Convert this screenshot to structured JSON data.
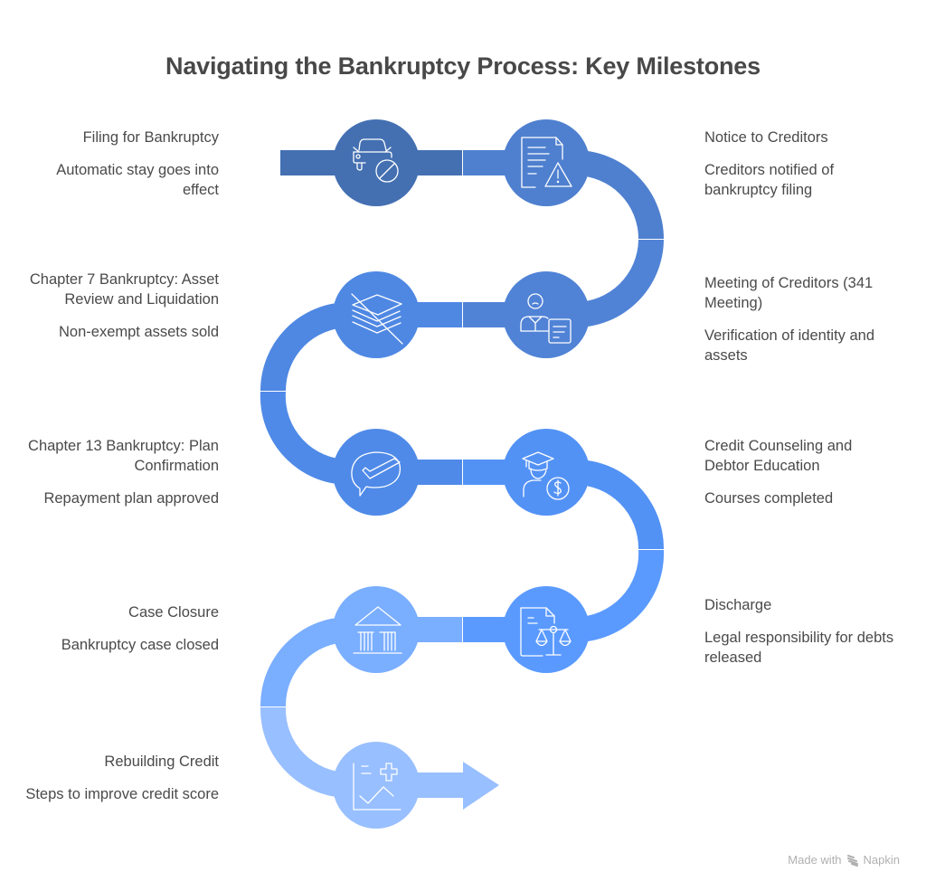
{
  "title": "Navigating the Bankruptcy Process: Key Milestones",
  "steps": [
    {
      "title": "Filing for Bankruptcy",
      "description": "Automatic stay goes into effect",
      "icon": "car-blocked-icon",
      "color": "#4470B2",
      "side": "left"
    },
    {
      "title": "Notice to Creditors",
      "description": "Creditors notified of bankruptcy filing",
      "icon": "document-warning-icon",
      "color": "#4F80CF",
      "side": "right"
    },
    {
      "title": "Meeting of Creditors (341 Meeting)",
      "description": "Verification of identity and assets",
      "icon": "person-document-icon",
      "color": "#5083D6",
      "side": "right"
    },
    {
      "title": "Chapter 7 Bankruptcy: Asset Review and Liquidation",
      "description": "Non-exempt assets sold",
      "icon": "stack-crossed-icon",
      "color": "#4F88E3",
      "side": "left"
    },
    {
      "title": "Chapter 13 Bankruptcy: Plan Confirmation",
      "description": "Repayment plan approved",
      "icon": "chat-check-icon",
      "color": "#4F8AE8",
      "side": "left"
    },
    {
      "title": "Credit Counseling and Debtor Education",
      "description": "Courses completed",
      "icon": "graduate-dollar-icon",
      "color": "#5392F5",
      "side": "right"
    },
    {
      "title": "Discharge",
      "description": "Legal responsibility for debts released",
      "icon": "document-scales-icon",
      "color": "#5A9AFF",
      "side": "right"
    },
    {
      "title": "Case Closure",
      "description": "Bankruptcy case closed",
      "icon": "courthouse-icon",
      "color": "#7AAEFF",
      "side": "left"
    },
    {
      "title": "Rebuilding Credit",
      "description": "Steps to improve credit score",
      "icon": "chart-plus-icon",
      "color": "#98BFFF",
      "side": "left"
    }
  ],
  "footer": {
    "made_with": "Made with",
    "brand": "Napkin"
  }
}
